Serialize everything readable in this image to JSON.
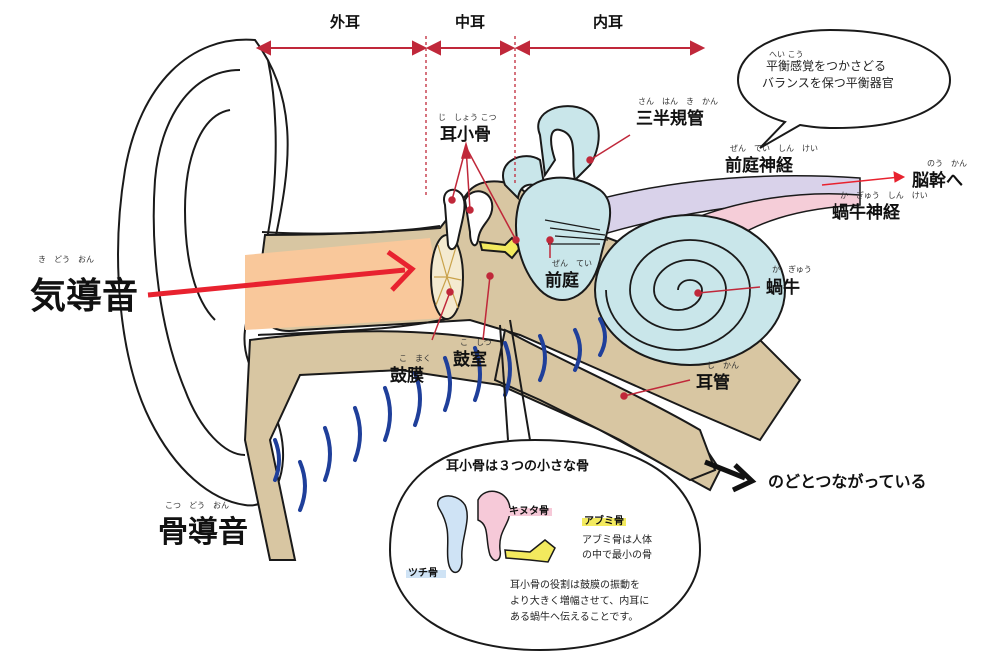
{
  "colors": {
    "arrow_red": "#e8222f",
    "leader_red": "#c0283a",
    "ear_outline": "#1a1a1a",
    "canal_fill": "#f9c89b",
    "bone_tan": "#d8c6a2",
    "inner_ear_blue": "#c9e6ea",
    "nerve_lavender": "#d9d2ea",
    "nerve_pink": "#f5cdd8",
    "wave_blue": "#1f3f9a",
    "hammer_highlight": "#cfe3f5",
    "anvil_highlight": "#f6c9d8",
    "stirrup_highlight": "#f3ea5e"
  },
  "sections": {
    "outer": "外耳",
    "middle": "中耳",
    "inner": "内耳"
  },
  "labels": {
    "air_conduction": {
      "ruby": "き　どう　おん",
      "text": "気導音"
    },
    "bone_conduction": {
      "ruby": "こつ　どう　おん",
      "text": "骨導音"
    },
    "ossicles": {
      "ruby": "じ　しょう こつ",
      "text": "耳小骨"
    },
    "semicircular": {
      "ruby": "さん　はん　き　かん",
      "text": "三半規管"
    },
    "vestibular_nerve": {
      "ruby": "ぜん　てい　しん　けい",
      "text": "前庭神経"
    },
    "brainstem": {
      "ruby": "のう　かん",
      "text": "脳幹へ"
    },
    "cochlear_nerve": {
      "ruby": "か　ぎゅう　しん　けい",
      "text": "蝸牛神経"
    },
    "vestibule": {
      "ruby": "ぜん　てい",
      "text": "前庭"
    },
    "cochlea": {
      "ruby": "か　ぎゅう",
      "text": "蝸牛"
    },
    "eardrum": {
      "ruby": "こ　まく",
      "text": "鼓膜"
    },
    "tympanic": {
      "ruby": "こ　しつ",
      "text": "鼓室"
    },
    "eustachian": {
      "ruby": "じ　かん",
      "text": "耳管"
    },
    "throat": "のどとつながっている"
  },
  "speech_bubble": {
    "ruby": "へい こう",
    "line1": "平衡感覚をつかさどる",
    "line2": "バランスを保つ平衡器官"
  },
  "inset": {
    "title": "耳小骨は３つの小さな骨",
    "anvil": "キヌタ骨",
    "stirrup": "アブミ骨",
    "hammer": "ツチ骨",
    "stirrup_note_1": "アブミ骨は人体",
    "stirrup_note_2": "の中で最小の骨",
    "role_1": "耳小骨の役割は鼓膜の振動を",
    "role_2": "より大きく増幅させて、内耳に",
    "role_3": "ある蝸牛へ伝えることです。"
  }
}
